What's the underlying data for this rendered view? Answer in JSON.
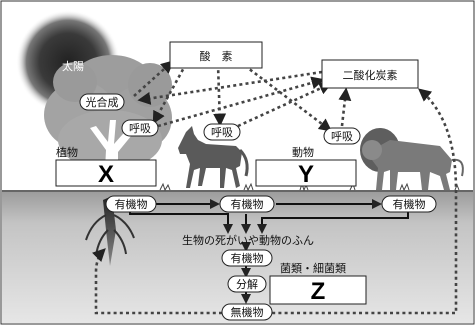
{
  "labels": {
    "sun": "太陽",
    "oxygen": "酸　素",
    "co2": "二酸化炭素",
    "photosynthesis": "光合成",
    "respiration_plant": "呼吸",
    "respiration_animal": "呼吸",
    "respiration_lion": "呼吸",
    "plant": "植物",
    "animal": "動物",
    "x_letter": "X",
    "y_letter": "Y",
    "z_letter": "Z",
    "organic_plant": "有機物",
    "organic_mid": "有機物",
    "organic_right": "有機物",
    "dead_matter": "生物の死がいや動物のふん",
    "organic_lower": "有機物",
    "decomposition": "分解",
    "fungi_bacteria": "菌類・細菌類",
    "inorganic": "無機物"
  },
  "colors": {
    "ground": "#bfbfbf",
    "tree": "#9a9a9a",
    "sun": "#2a2a2a",
    "animal_horse": "#555555",
    "animal_lion": "#6e6e6e"
  }
}
